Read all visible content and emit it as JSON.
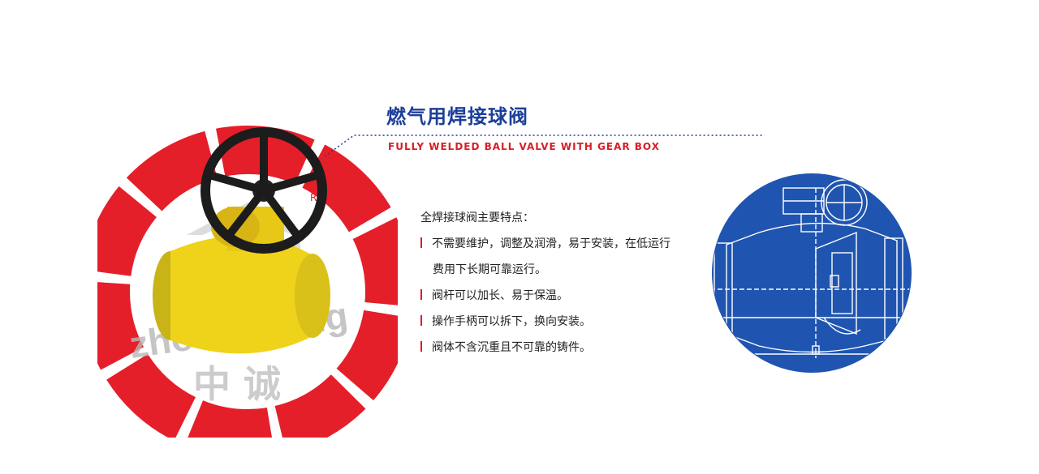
{
  "product": {
    "title_cn": "燃气用焊接球阀",
    "title_en": "FULLY WELDED BALL VALVE WITH GEAR BOX"
  },
  "features": {
    "heading": "全焊接球阀主要特点：",
    "items": [
      "不需要维护，调整及润滑，易于安装，在低运行",
      "费用下长期可靠运行。",
      "阀杆可以加长、易于保温。",
      "操作手柄可以拆下，换向安装。",
      "阀体不含沉重且不可靠的铸件。"
    ]
  },
  "watermark": {
    "pinyin": "zhongcheng",
    "cn": "中 诚",
    "registered": "R"
  },
  "colors": {
    "ring_red": "#e51f2a",
    "title_blue": "#1d3f9a",
    "accent_red": "#d81e26",
    "valve_yellow": "#efd21a",
    "drawing_blue": "#1f55b0"
  }
}
